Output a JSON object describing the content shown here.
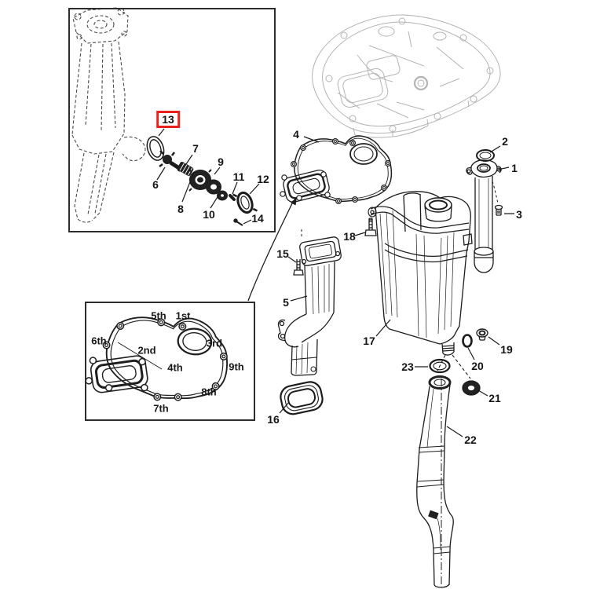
{
  "diagram": {
    "type": "exploded-parts-diagram",
    "colors": {
      "line": "#1c1c1c",
      "faded_part": "#b4b4b4",
      "highlight_box": "#e8211d",
      "background": "#ffffff"
    },
    "highlighted_callout": "13",
    "callouts": {
      "c1": "1",
      "c2": "2",
      "c3": "3",
      "c4": "4",
      "c5": "5",
      "c6": "6",
      "c7": "7",
      "c8": "8",
      "c9": "9",
      "c10": "10",
      "c11": "11",
      "c12": "12",
      "c13": "13",
      "c14": "14",
      "c15": "15",
      "c16": "16",
      "c17": "17",
      "c18": "18",
      "c19": "19",
      "c20": "20",
      "c21": "21",
      "c22": "22",
      "c23": "23"
    },
    "tightening_sequence": {
      "s1": "1st",
      "s2": "2nd",
      "s3": "3rd",
      "s4": "4th",
      "s5": "5th",
      "s6": "6th",
      "s7": "7th",
      "s8": "8th",
      "s9": "9th"
    }
  }
}
